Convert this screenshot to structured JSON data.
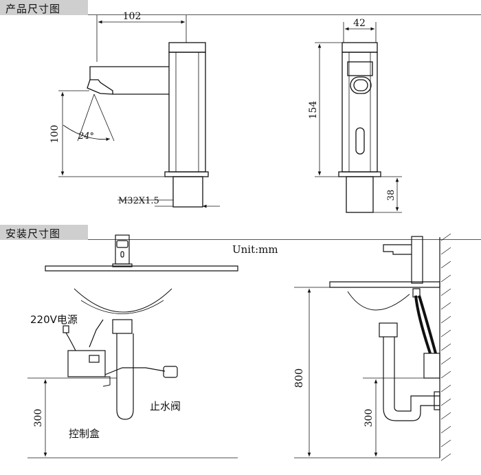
{
  "sections": {
    "product": {
      "title": "产品尺寸图"
    },
    "install": {
      "title": "安装尺寸图"
    }
  },
  "dims": {
    "spout_length": "102",
    "height": "100",
    "angle": "24°",
    "thread": "M32X1.5",
    "depth": "42",
    "total_height": "154",
    "shank": "38",
    "counter_height": "800",
    "box_height_left": "300",
    "box_height_right": "300"
  },
  "labels": {
    "unit": "Unit:mm",
    "power": "220V电源",
    "valve": "止水阀",
    "control_box": "控制盒"
  }
}
